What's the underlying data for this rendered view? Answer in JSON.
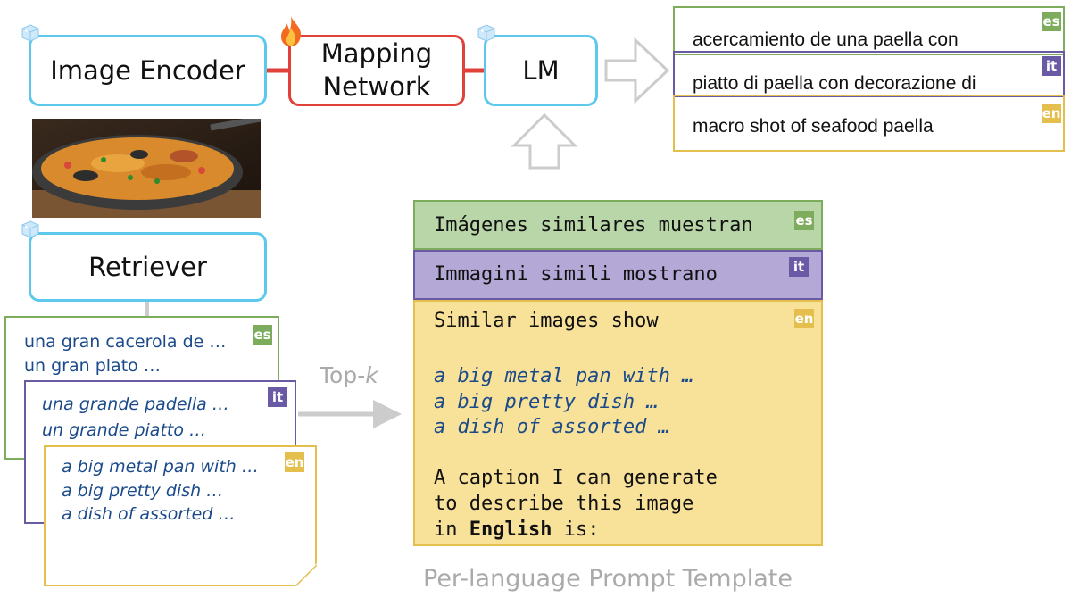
{
  "nodes": {
    "image_encoder": "Image Encoder",
    "mapping_network": [
      "Mapping",
      "Network"
    ],
    "lm": "LM",
    "retriever": "Retriever"
  },
  "captions": [
    {
      "lang": "es",
      "text": "acercamiento de una paella con"
    },
    {
      "lang": "it",
      "text": "piatto di paella con decorazione di"
    },
    {
      "lang": "en",
      "text": "macro shot of seafood paella"
    }
  ],
  "retrieved": {
    "es": {
      "lang": "es",
      "lines": [
        "una gran cacerola de …",
        "un gran plato …"
      ]
    },
    "it": {
      "lang": "it",
      "lines": [
        "una grande padella  …",
        "un grande piatto  …"
      ]
    },
    "en": {
      "lang": "en",
      "lines": [
        "a big metal pan with …",
        "a big pretty  dish …",
        "a dish of assorted …"
      ]
    }
  },
  "topk": {
    "prefix": "Top-",
    "k": "k"
  },
  "prompt": {
    "es": {
      "lang": "es",
      "text": "Imágenes similares muestran"
    },
    "it": {
      "lang": "it",
      "text": "Immagini simili mostrano"
    },
    "en": {
      "lang": "en",
      "header": "Similar images show",
      "examples": [
        "a big metal pan with …",
        "a big pretty dish …",
        "a dish of assorted …"
      ],
      "instruction": [
        "A caption I can generate",
        "to describe this image"
      ],
      "last_pre": "in ",
      "last_bold": "English",
      "last_post": " is:"
    }
  },
  "prompt_caption": "Per-language Prompt Template",
  "colors": {
    "frozen_border": "#5bc8ec",
    "trainable_border": "#e0413a",
    "es": "#7cac5c",
    "it": "#6a5aa6",
    "en": "#e4bf4e",
    "es_fill": "#b9d6a8",
    "it_fill": "#b4a9d6",
    "en_fill": "#f8e199",
    "arrow": "#cccccc"
  },
  "icons": {
    "frozen": "ice-cube-icon",
    "trainable": "fire-icon",
    "image": "paella-photo"
  }
}
